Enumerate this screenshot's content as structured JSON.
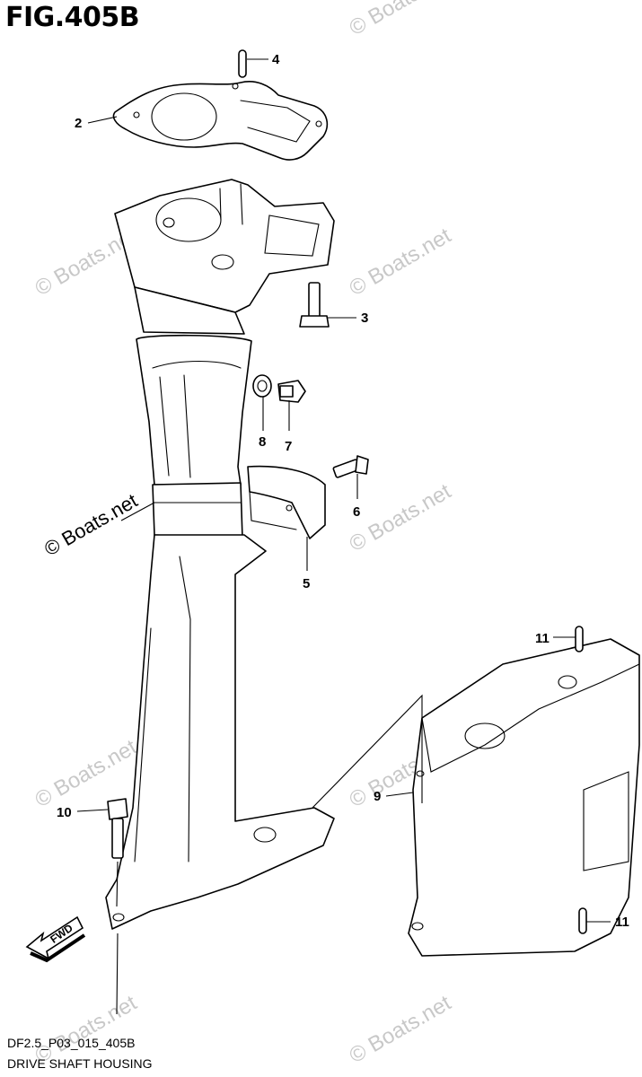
{
  "figure": {
    "title": "FIG.405B"
  },
  "callouts": [
    {
      "id": "4",
      "text": "4"
    },
    {
      "id": "2",
      "text": "2"
    },
    {
      "id": "3",
      "text": "3"
    },
    {
      "id": "8",
      "text": "8"
    },
    {
      "id": "7",
      "text": "7"
    },
    {
      "id": "6",
      "text": "6"
    },
    {
      "id": "5",
      "text": "5"
    },
    {
      "id": "11a",
      "text": "11"
    },
    {
      "id": "9",
      "text": "9"
    },
    {
      "id": "10",
      "text": "10"
    },
    {
      "id": "11b",
      "text": "11"
    }
  ],
  "fwd_label": "FWD",
  "watermark": "© Boats.net",
  "footer": {
    "code": "DF2.5_P03_015_405B",
    "caption": "DRIVE SHAFT HOUSING"
  }
}
